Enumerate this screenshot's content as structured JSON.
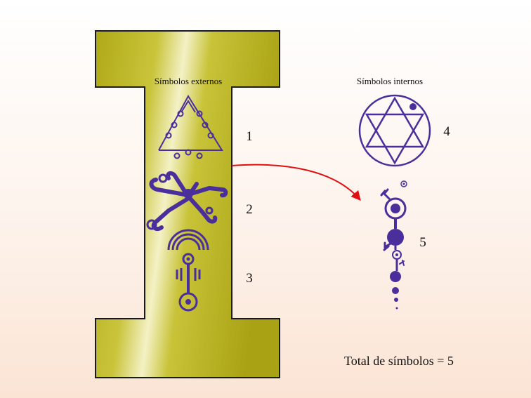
{
  "labels": {
    "external": "Símbolos externos",
    "internal": "Símbolos internos",
    "total": "Total de símbolos = 5"
  },
  "symbols": [
    {
      "number": "1",
      "icon": "triangle-dots-symbol"
    },
    {
      "number": "2",
      "icon": "branched-spiral-symbol"
    },
    {
      "number": "3",
      "icon": "arcs-staff-symbol"
    },
    {
      "number": "4",
      "icon": "hexagram-circle-symbol"
    },
    {
      "number": "5",
      "icon": "vertical-chain-symbol"
    }
  ],
  "colors": {
    "symbol": "#4a2f9c",
    "arrow": "#e01010",
    "gold": "#b8b020",
    "outline": "#1a1a1a"
  }
}
